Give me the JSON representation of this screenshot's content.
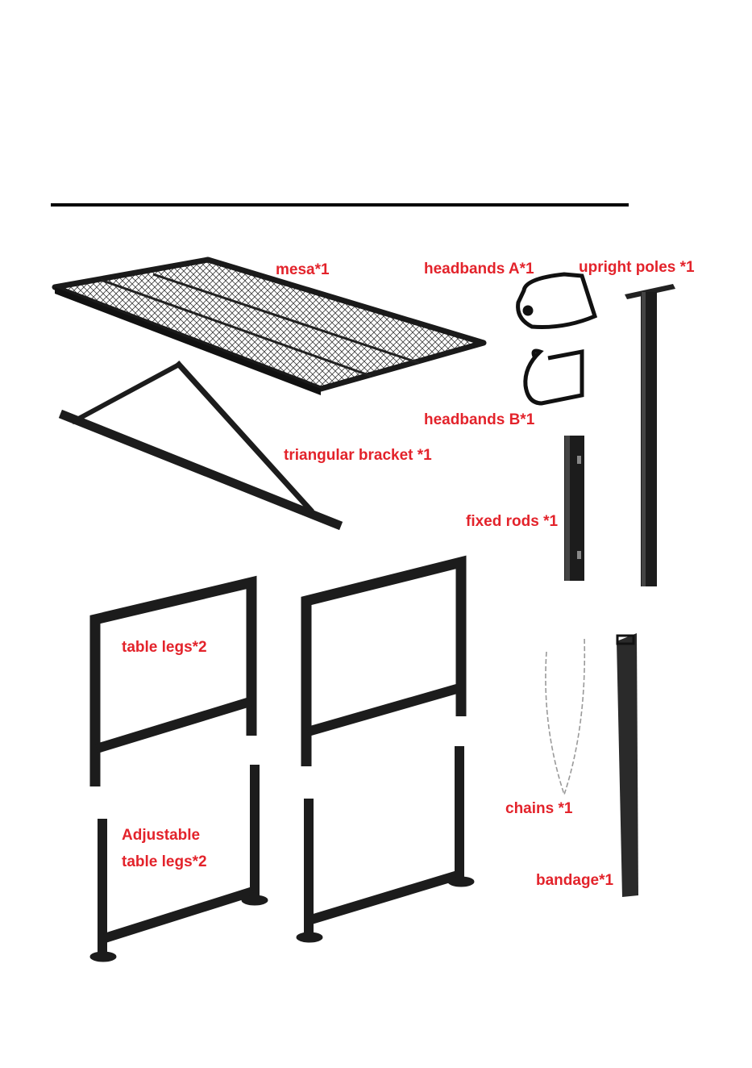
{
  "parts": [
    {
      "id": "mesa",
      "label": "mesa*1"
    },
    {
      "id": "headbands-a",
      "label": "headbands A*1"
    },
    {
      "id": "upright-poles",
      "label": "upright poles *1"
    },
    {
      "id": "headbands-b",
      "label": "headbands B*1"
    },
    {
      "id": "triangular-bracket",
      "label": "triangular bracket *1"
    },
    {
      "id": "fixed-rods",
      "label": "fixed rods *1"
    },
    {
      "id": "table-legs",
      "label": "table legs*2"
    },
    {
      "id": "adjustable-table-legs",
      "label_line1": "Adjustable",
      "label_line2": "table legs*2"
    },
    {
      "id": "chains",
      "label": "chains *1"
    },
    {
      "id": "bandage",
      "label": "bandage*1"
    }
  ],
  "colors": {
    "label": "#e3232b",
    "steel": "#1c1c1c",
    "rule": "#000000"
  }
}
